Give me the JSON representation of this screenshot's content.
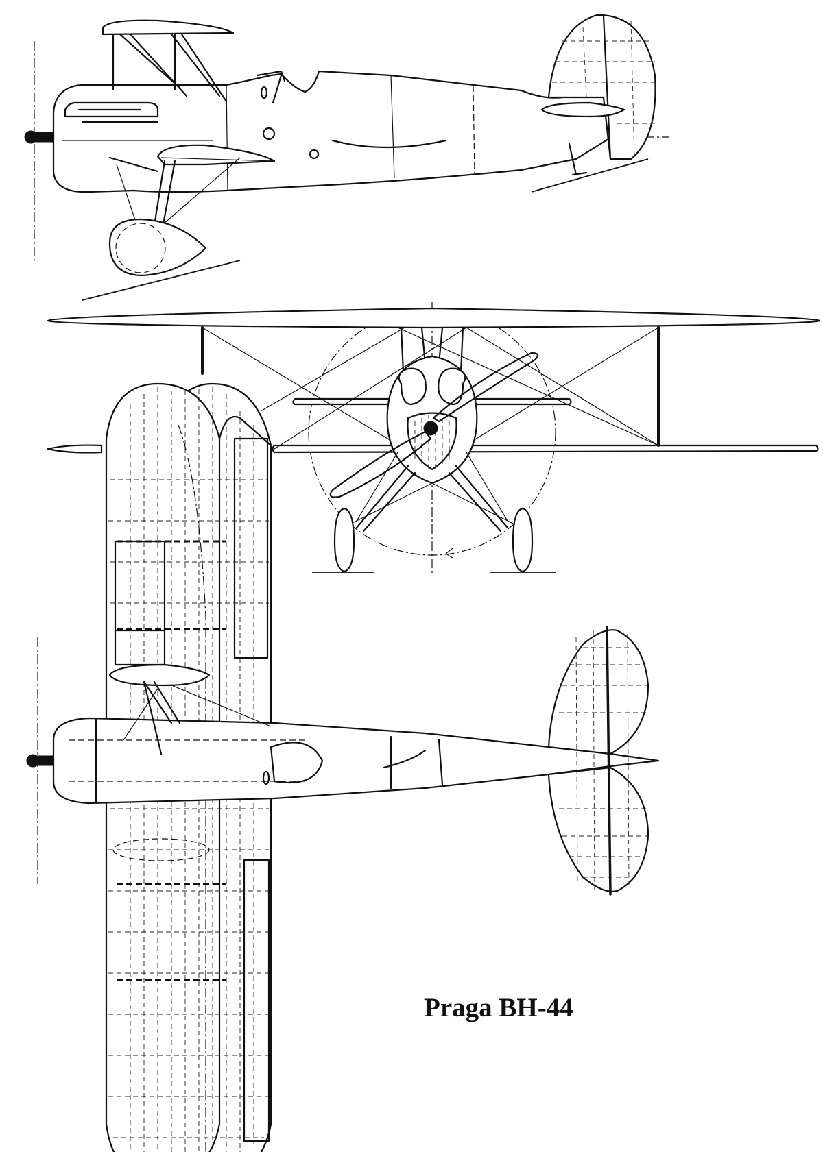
{
  "title": "Praga BH-44",
  "views": [
    {
      "name": "side-view"
    },
    {
      "name": "front-view"
    },
    {
      "name": "plan-view"
    }
  ],
  "colors": {
    "ink": "#111111",
    "paper": "#ffffff"
  }
}
